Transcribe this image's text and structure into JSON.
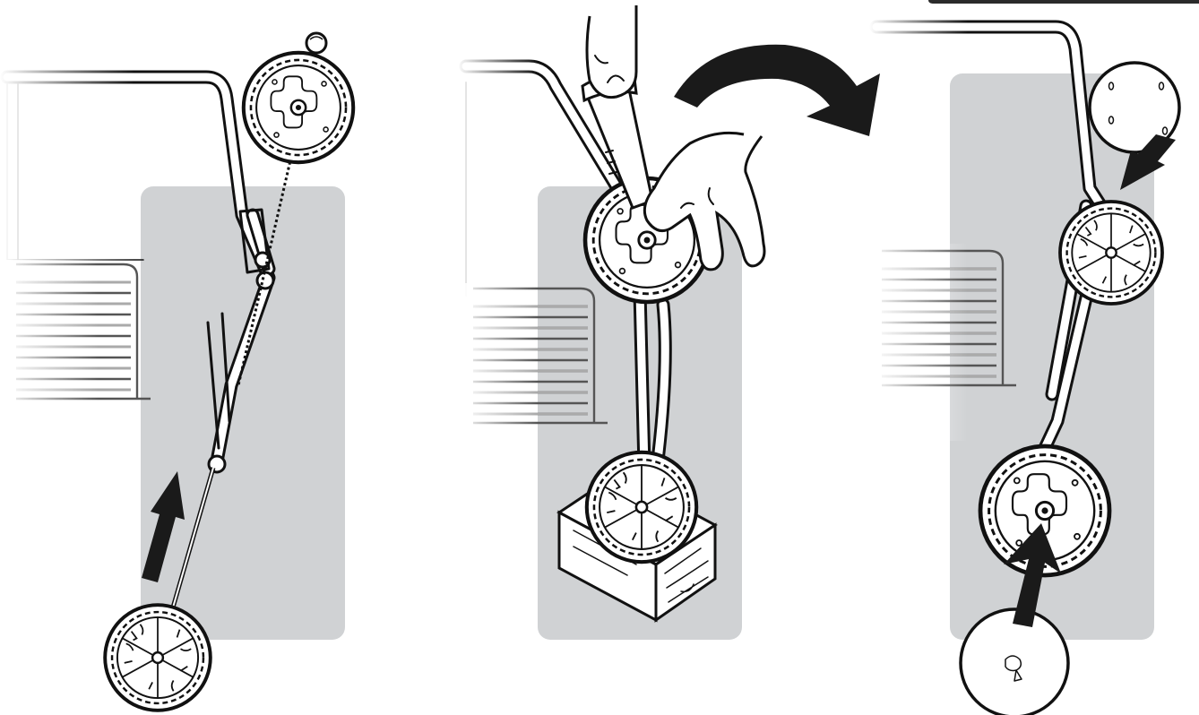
{
  "figure": {
    "kind": "assembly-instruction-illustration",
    "panel_count": 3,
    "text_labels": [],
    "colors": {
      "background": "#ffffff",
      "panel_backdrop": "#d0d2d4",
      "line_art": "#111111",
      "arrow": "#1a1a1a",
      "tab_bar": "#2b2b2b"
    }
  },
  "panels": [
    {
      "id": "step-1",
      "depicts": [
        "grill-frame",
        "leg-tube",
        "wheel",
        "hubcap",
        "axle-rod",
        "insertion-arrow"
      ]
    },
    {
      "id": "step-2",
      "depicts": [
        "grill-frame",
        "wheel",
        "wood-block",
        "hammer",
        "hands",
        "rotate-arrow"
      ]
    },
    {
      "id": "step-3",
      "depicts": [
        "grill-frame",
        "wheel",
        "hubcap-back",
        "hubcap-front",
        "press-arrows"
      ]
    }
  ]
}
